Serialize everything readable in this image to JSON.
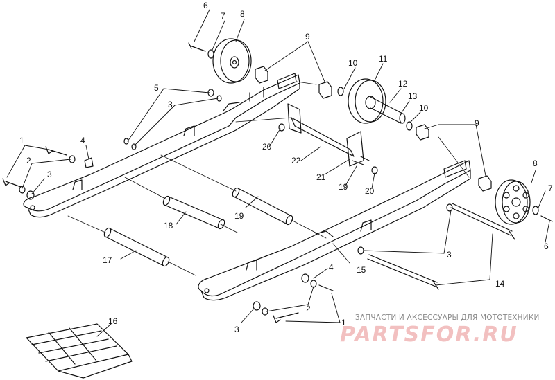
{
  "callouts": [
    {
      "id": "c1a",
      "text": "1"
    },
    {
      "id": "c1b",
      "text": "1"
    },
    {
      "id": "c2a",
      "text": "2"
    },
    {
      "id": "c2b",
      "text": "2"
    },
    {
      "id": "c3a",
      "text": "3"
    },
    {
      "id": "c3b",
      "text": "3"
    },
    {
      "id": "c3c",
      "text": "3"
    },
    {
      "id": "c3d",
      "text": "3"
    },
    {
      "id": "c4a",
      "text": "4"
    },
    {
      "id": "c4b",
      "text": "4"
    },
    {
      "id": "c5",
      "text": "5"
    },
    {
      "id": "c6a",
      "text": "6"
    },
    {
      "id": "c6b",
      "text": "6"
    },
    {
      "id": "c7a",
      "text": "7"
    },
    {
      "id": "c7b",
      "text": "7"
    },
    {
      "id": "c8a",
      "text": "8"
    },
    {
      "id": "c8b",
      "text": "8"
    },
    {
      "id": "c9a",
      "text": "9"
    },
    {
      "id": "c9b",
      "text": "9"
    },
    {
      "id": "c10a",
      "text": "10"
    },
    {
      "id": "c10b",
      "text": "10"
    },
    {
      "id": "c11",
      "text": "11"
    },
    {
      "id": "c12",
      "text": "12"
    },
    {
      "id": "c13",
      "text": "13"
    },
    {
      "id": "c14",
      "text": "14"
    },
    {
      "id": "c15",
      "text": "15"
    },
    {
      "id": "c16",
      "text": "16"
    },
    {
      "id": "c17",
      "text": "17"
    },
    {
      "id": "c18",
      "text": "18"
    },
    {
      "id": "c19a",
      "text": "19"
    },
    {
      "id": "c19b",
      "text": "19"
    },
    {
      "id": "c20a",
      "text": "20"
    },
    {
      "id": "c20b",
      "text": "20"
    },
    {
      "id": "c21",
      "text": "21"
    },
    {
      "id": "c22",
      "text": "22"
    }
  ],
  "watermark": {
    "tagline": "ЗАПЧАСТИ И АКСЕССУАРЫ ДЛЯ МОТОТЕХНИКИ",
    "brand": "PARTSFOR.RU"
  },
  "colors": {
    "line": "#111111",
    "watermark_text": "#8a8a8a",
    "watermark_brand": "#f2c0c0"
  }
}
